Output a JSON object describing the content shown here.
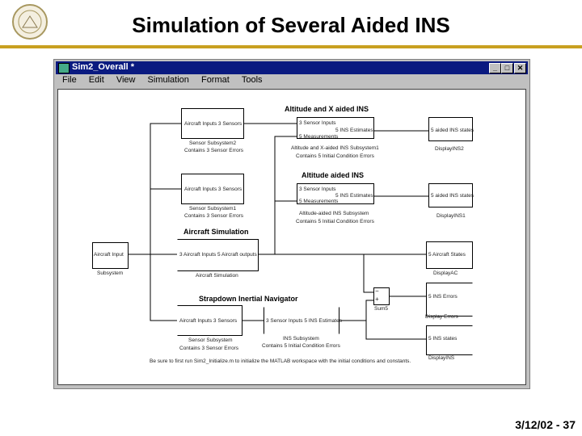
{
  "slide": {
    "title": "Simulation of Several Aided INS",
    "footer": "3/12/02 - 37",
    "logo": "university seal"
  },
  "window": {
    "title": "Sim2_Overall *",
    "menu": [
      "File",
      "Edit",
      "View",
      "Simulation",
      "Format",
      "Tools"
    ],
    "buttons": {
      "minimize": "_",
      "maximize": "□",
      "close": "✕"
    }
  },
  "diagram": {
    "sensor2": {
      "port": "Aircraft Inputs 3 Sensors",
      "name": "Sensor Subsystem2",
      "note": "Contains 3 Sensor Errors"
    },
    "altx": {
      "title": "Altitude and X aided INS",
      "in1": "3 Sensor Inputs",
      "in2": "5 Measurements",
      "out": "5 INS Estimates",
      "name": "Altitude and X-aided INS Subsystem1",
      "note": "Contains 5 Initial Condition Errors"
    },
    "disp2": {
      "port": "5 aided INS states",
      "name": "DisplayINS2"
    },
    "sensor1": {
      "port": "Aircraft Inputs 3 Sensors",
      "name": "Sensor Subsystem1",
      "note": "Contains 3 Sensor Errors"
    },
    "alt": {
      "title": "Altitude aided INS",
      "in1": "3 Sensor Inputs",
      "in2": "5 Measurements",
      "out": "5 INS Estimates",
      "name": "Altitude-aided INS Subsystem",
      "note": "Contains 5 Initial Condition Errors"
    },
    "disp1": {
      "port": "5 aided INS states",
      "name": "DisplayINS1"
    },
    "acsim": {
      "title": "Aircraft Simulation",
      "port": "3 Aircraft Inputs 5 Aircraft outputs",
      "name": "Aircraft Simulation"
    },
    "acin": {
      "port": "Aircraft Input",
      "name": "Subsystem"
    },
    "dispac": {
      "port": "5 Aircraft States",
      "name": "DisplayAC"
    },
    "sum": {
      "minus": "−",
      "plus": "+",
      "name": "Sum5"
    },
    "sdin": {
      "title": "Strapdown Inertial Navigator"
    },
    "sensor": {
      "port": "Aircraft Inputs 3 Sensors",
      "name": "Sensor Subsystem",
      "note": "Contains 3 Sensor Errors"
    },
    "ins": {
      "port": "3 Sensor Inputs 5 INS Estimates",
      "name": "INS Subsystem",
      "note": "Contains 5 Initial Condition Errors"
    },
    "disperr": {
      "port": "5 INS Errors",
      "name": "Display Errors"
    },
    "dispins": {
      "port": "5 INS states",
      "name": "DisplayINS"
    },
    "note": "Be sure to first run Sim2_Initialize.m to initialize the MATLAB workspace with the initial conditions and constants."
  }
}
